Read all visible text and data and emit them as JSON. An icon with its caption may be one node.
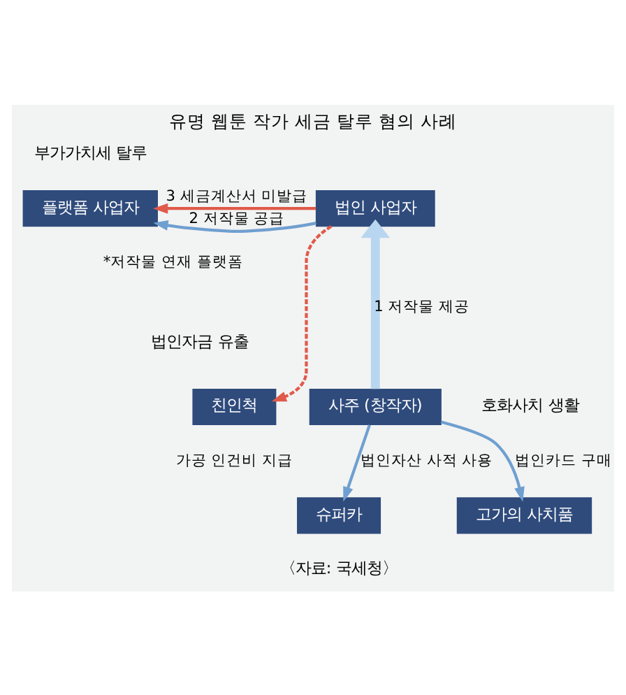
{
  "diagram": {
    "title": "유명 웹툰 작가 세금 탈루 혐의 사례",
    "nodes": [
      {
        "text": [
          "플랫폼 사업자"
        ],
        "beside": [
          "*저작물 연재 플랫폼"
        ]
      },
      {
        "text": [
          "법인 사업자"
        ]
      },
      {
        "text": [
          "친인척"
        ],
        "beside": [
          "가공 인건비 지급"
        ]
      },
      {
        "text": [
          "사주 (창작자)"
        ]
      },
      {
        "text": [
          "슈퍼카"
        ]
      },
      {
        "text": [
          "고가의 사치품"
        ]
      }
    ],
    "edges": [
      {
        "from": 1,
        "to": 0,
        "arrow": "to",
        "label": "3 세금계산서 미발급",
        "color": "#e05a4a"
      },
      {
        "from": 1,
        "to": 0,
        "arrow": "to",
        "label": "2 저작물 공급"
      },
      {
        "from": 3,
        "to": 1,
        "arrow": "to",
        "label": "1 저작물 제공",
        "style": "thick",
        "color": "#b8d6f0"
      },
      {
        "from": 1,
        "to": 2,
        "arrow": "to",
        "style": "dashed",
        "color": "#e05a4a"
      },
      {
        "from": 3,
        "to": 4,
        "arrow": "to",
        "label": "법인자산 사적 사용"
      },
      {
        "from": 3,
        "to": 5,
        "arrow": "to",
        "label": "법인카드 구매"
      }
    ],
    "labels": [
      "부가가치세 탈루",
      "법인자금 유출",
      "호화사치 생활",
      "〈자료: 국세청〉"
    ]
  }
}
